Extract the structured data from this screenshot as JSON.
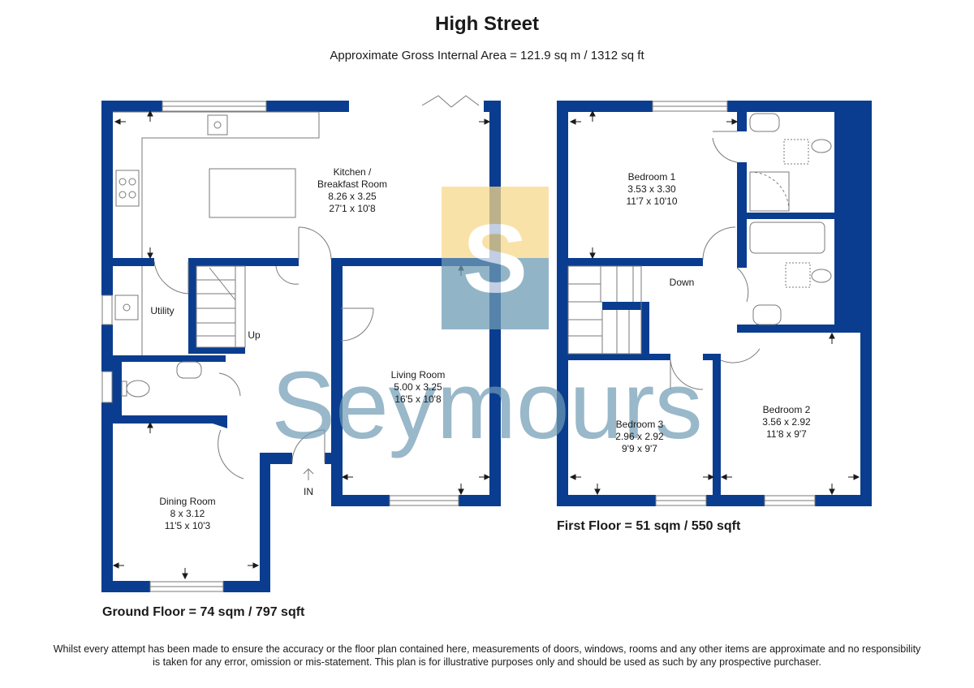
{
  "header": {
    "title": "High Street",
    "subtitle": "Approximate Gross Internal Area = 121.9 sq m / 1312 sq ft"
  },
  "ground_floor": {
    "label": "Ground Floor = 74 sqm / 797 sqft",
    "rooms": {
      "kitchen": {
        "name_line1": "Kitchen /",
        "name_line2": "Breakfast Room",
        "metric": "8.26 x 3.25",
        "imperial": "27'1 x 10'8"
      },
      "utility": {
        "name": "Utility"
      },
      "living": {
        "name": "Living Room",
        "metric": "5.00 x 3.25",
        "imperial": "16'5 x 10'8"
      },
      "dining": {
        "name": "Dining Room",
        "metric": "8 x 3.12",
        "imperial": "11'5 x 10'3"
      }
    },
    "stairs_label": "Up",
    "entrance_label": "IN"
  },
  "first_floor": {
    "label": "First Floor = 51 sqm / 550 sqft",
    "rooms": {
      "bedroom1": {
        "name": "Bedroom 1",
        "metric": "3.53 x 3.30",
        "imperial": "11'7 x 10'10"
      },
      "bedroom2": {
        "name": "Bedroom 2",
        "metric": "3.56 x 2.92",
        "imperial": "11'8 x 9'7"
      },
      "bedroom3": {
        "name": "Bedroom 3",
        "metric": "2.96 x 2.92",
        "imperial": "9'9 x 9'7"
      }
    },
    "stairs_label": "Down"
  },
  "watermark": {
    "letter": "S",
    "text": "Seymours"
  },
  "colors": {
    "wall": "#0a3d8f",
    "watermark_blue": "#6e9bb5",
    "watermark_yellow": "#f7d98c"
  },
  "disclaimer": "Whilst every attempt has been made to ensure the accuracy or the floor plan contained here, measurements of doors, windows, rooms and any other items are approximate and no responsibility is taken for any error, omission or mis-statement. This plan is for illustrative purposes only and should be used as such by any prospective purchaser."
}
